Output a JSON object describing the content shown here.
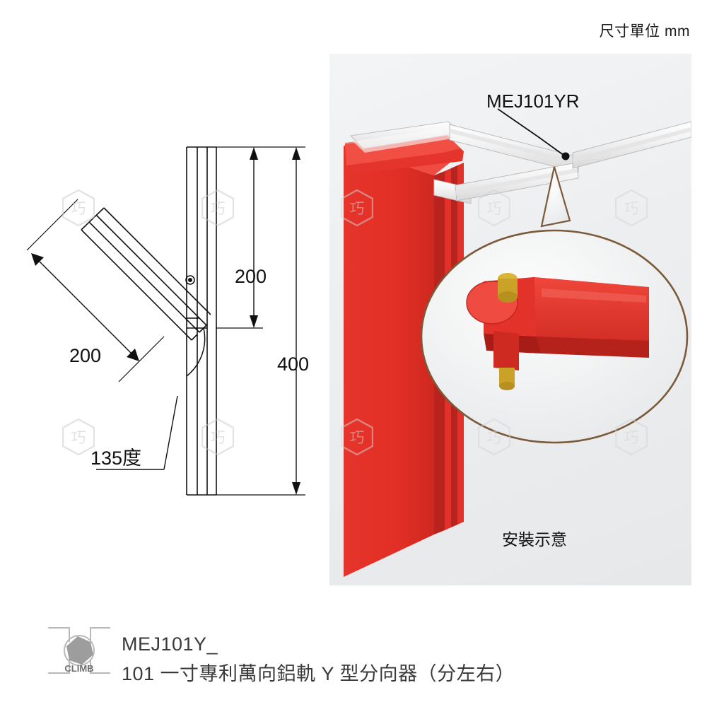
{
  "header": {
    "unit_note": "尺寸單位 mm"
  },
  "drawing": {
    "dim_vertical_upper": "200",
    "dim_vertical_total": "400",
    "dim_diagonal": "200",
    "dim_angle": "135度"
  },
  "photo": {
    "part_label": "MEJ101YR",
    "caption": "安裝示意"
  },
  "footer": {
    "code": "MEJ101Y_",
    "description": "101 一寸專利萬向鋁軌 Y 型分向器（分左右）",
    "logo_text": "CLIMB"
  },
  "watermark": {
    "glyph": "巧"
  },
  "colors": {
    "accent_red": "#e8322a",
    "dark_red": "#c1251f",
    "line": "#111111",
    "panel_bg": "#eceef0",
    "brass": "#c9a227",
    "callout_outline": "#7a5a3a"
  }
}
